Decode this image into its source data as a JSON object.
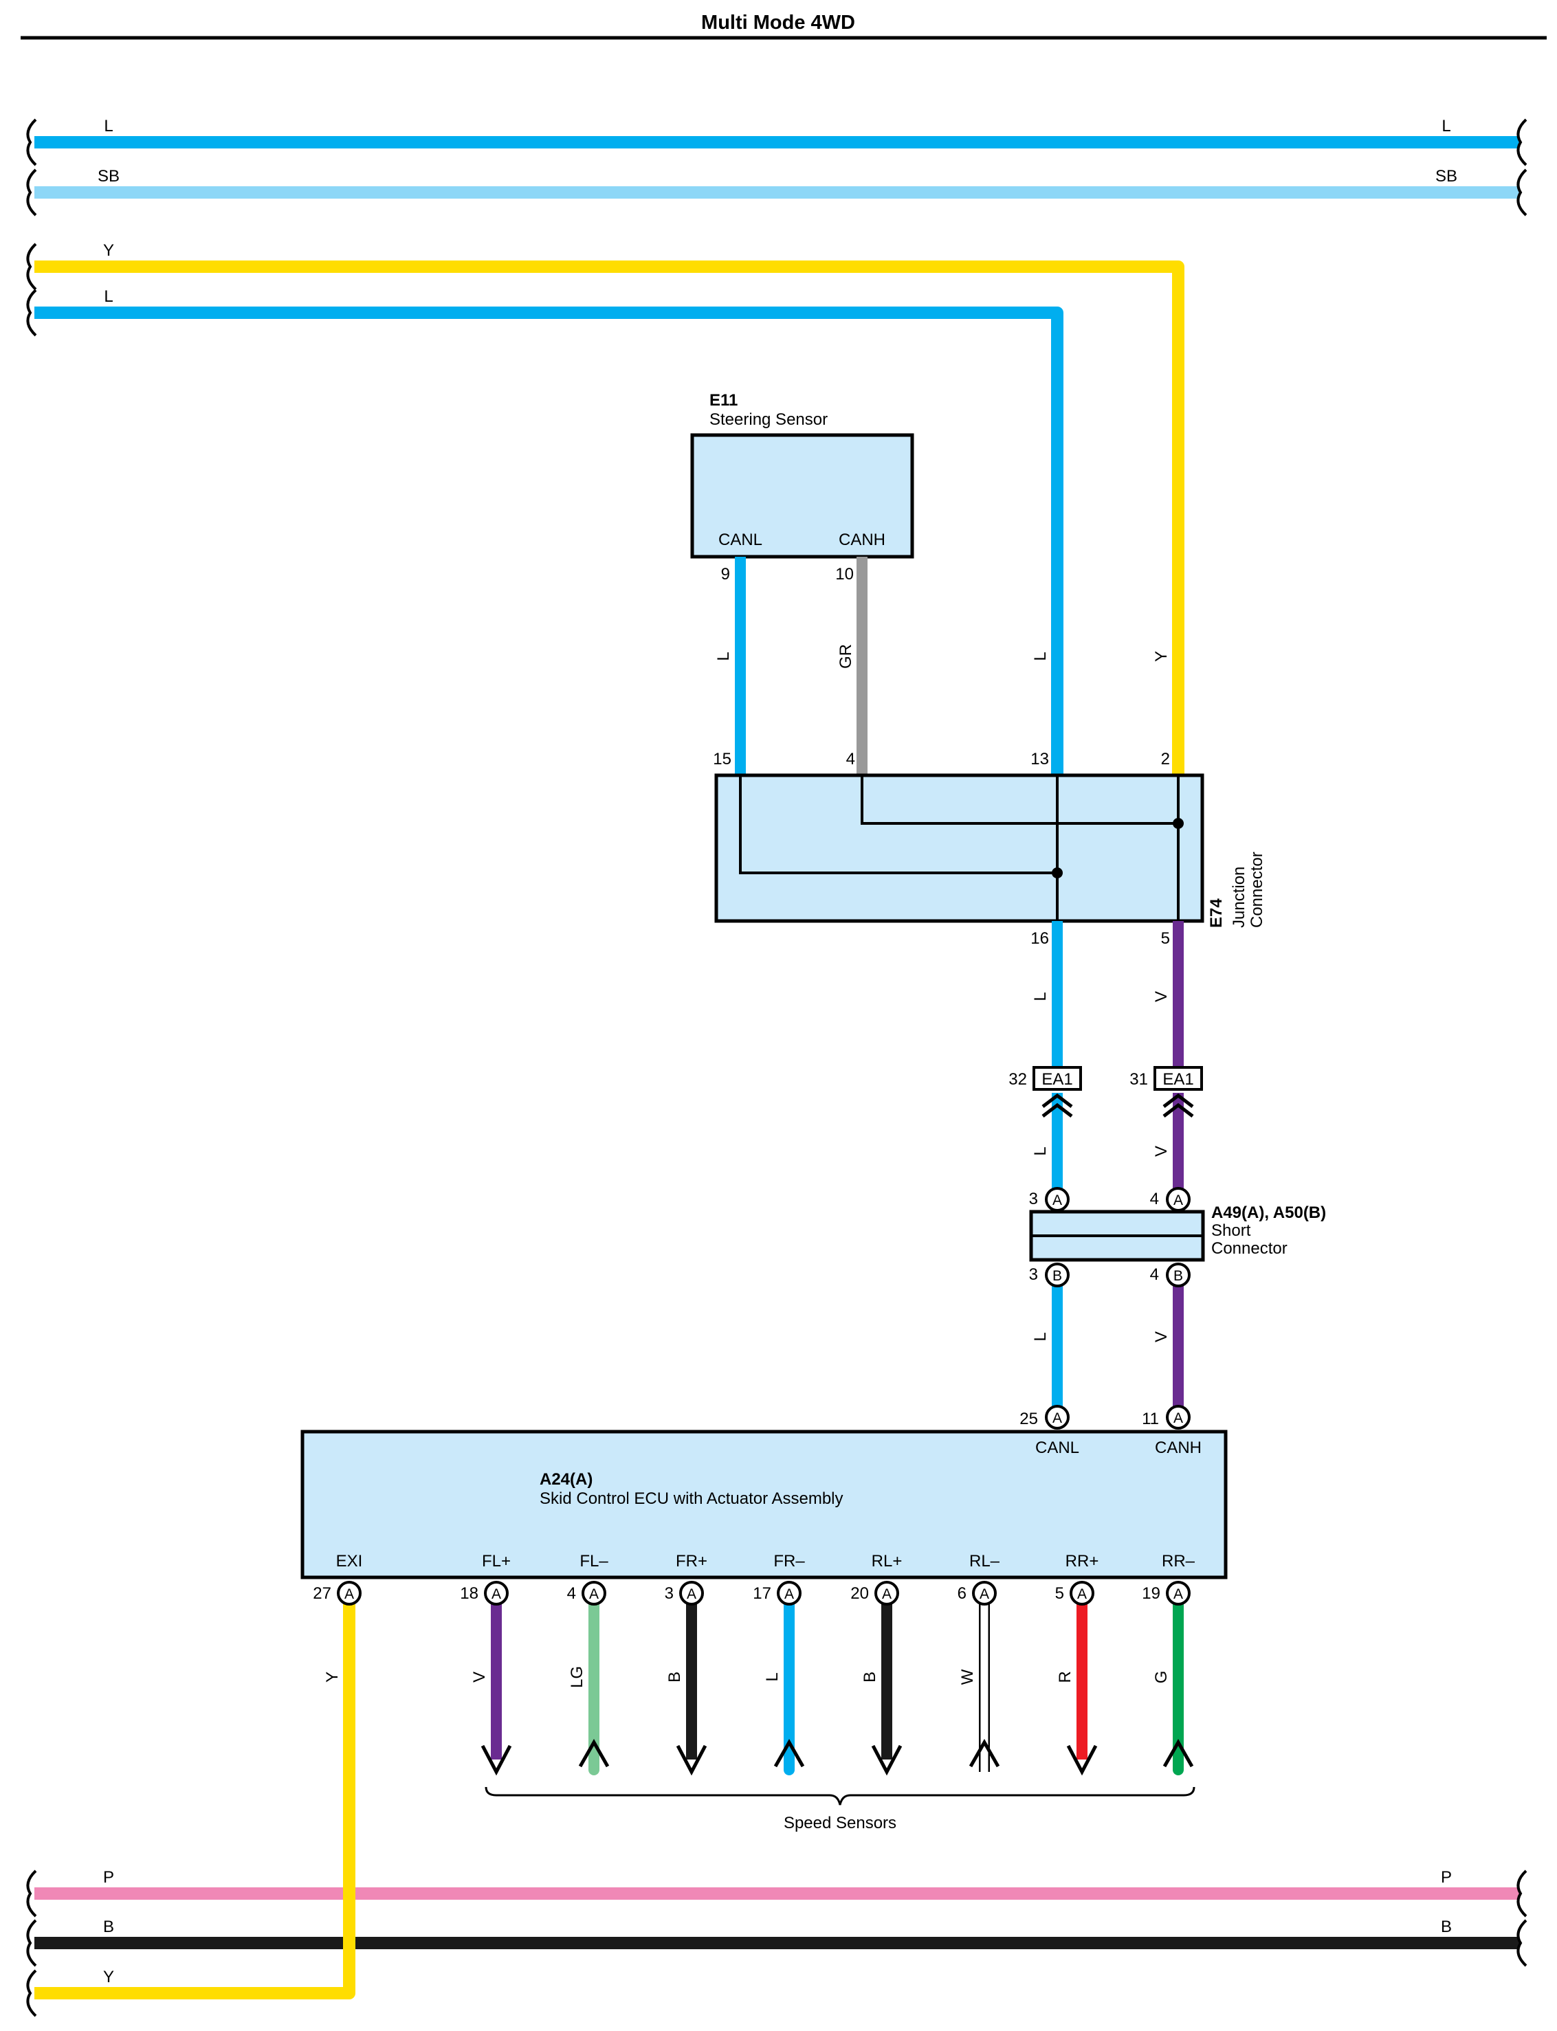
{
  "title": "Multi Mode 4WD",
  "colors": {
    "L": "#00AEEF",
    "SB": "#8DD7F7",
    "Y": "#FFDD00",
    "GR": "#999999",
    "V": "#6A2C91",
    "LG": "#7BC995",
    "B": "#1A1A1A",
    "W": "#FFFFFF",
    "R": "#ED1C24",
    "G": "#00A651",
    "P": "#F088B6",
    "box": "#CBE9FA"
  },
  "bus_lines": [
    {
      "code_left": "L",
      "code_right": "L",
      "color": "L"
    },
    {
      "code_left": "SB",
      "code_right": "SB",
      "color": "SB"
    },
    {
      "code_left": "P",
      "code_right": "P",
      "color": "P"
    },
    {
      "code_left": "B",
      "code_right": "B",
      "color": "B"
    }
  ],
  "feed_lines": [
    {
      "code": "Y",
      "color": "Y"
    },
    {
      "code": "L",
      "color": "L"
    },
    {
      "code": "Y",
      "color": "Y"
    }
  ],
  "steering_sensor": {
    "id": "E11",
    "name": "Steering Sensor",
    "pins": [
      {
        "label": "CANL",
        "number": "9",
        "wire": "L"
      },
      {
        "label": "CANH",
        "number": "10",
        "wire": "GR"
      }
    ]
  },
  "junction_connector": {
    "id": "E74",
    "name_line1": "Junction",
    "name_line2": "Connector",
    "top_pins": [
      "15",
      "4",
      "13",
      "2"
    ],
    "bottom_pins": [
      "16",
      "5"
    ],
    "wire_codes": {
      "upper_l": "L",
      "upper_y": "Y",
      "lower_l": "L",
      "lower_v": "V"
    }
  },
  "ea1": {
    "label": "EA1",
    "left_pin": "32",
    "right_pin": "31",
    "below_codes": [
      "L",
      "V"
    ]
  },
  "short_connector": {
    "id": "A49(A), A50(B)",
    "name_line1": "Short",
    "name_line2": "Connector",
    "top_pins": [
      {
        "number": "3",
        "letter": "A"
      },
      {
        "number": "4",
        "letter": "A"
      }
    ],
    "bottom_pins": [
      {
        "number": "3",
        "letter": "B"
      },
      {
        "number": "4",
        "letter": "B"
      }
    ],
    "below_codes": [
      "L",
      "V"
    ]
  },
  "ecu": {
    "id": "A24(A)",
    "name": "Skid Control ECU with Actuator Assembly",
    "top_pins": [
      {
        "number": "25",
        "letter": "A",
        "label": "CANL"
      },
      {
        "number": "11",
        "letter": "A",
        "label": "CANH"
      }
    ],
    "bottom_pins": [
      {
        "label": "EXI",
        "number": "27",
        "letter": "A",
        "wire": "Y"
      },
      {
        "label": "FL+",
        "number": "18",
        "letter": "A",
        "wire": "V"
      },
      {
        "label": "FL–",
        "number": "4",
        "letter": "A",
        "wire": "LG"
      },
      {
        "label": "FR+",
        "number": "3",
        "letter": "A",
        "wire": "B"
      },
      {
        "label": "FR–",
        "number": "17",
        "letter": "A",
        "wire": "L"
      },
      {
        "label": "RL+",
        "number": "20",
        "letter": "A",
        "wire": "B"
      },
      {
        "label": "RL–",
        "number": "6",
        "letter": "A",
        "wire": "W"
      },
      {
        "label": "RR+",
        "number": "5",
        "letter": "A",
        "wire": "R"
      },
      {
        "label": "RR–",
        "number": "19",
        "letter": "A",
        "wire": "G"
      }
    ]
  },
  "speed_sensors_label": "Speed Sensors"
}
